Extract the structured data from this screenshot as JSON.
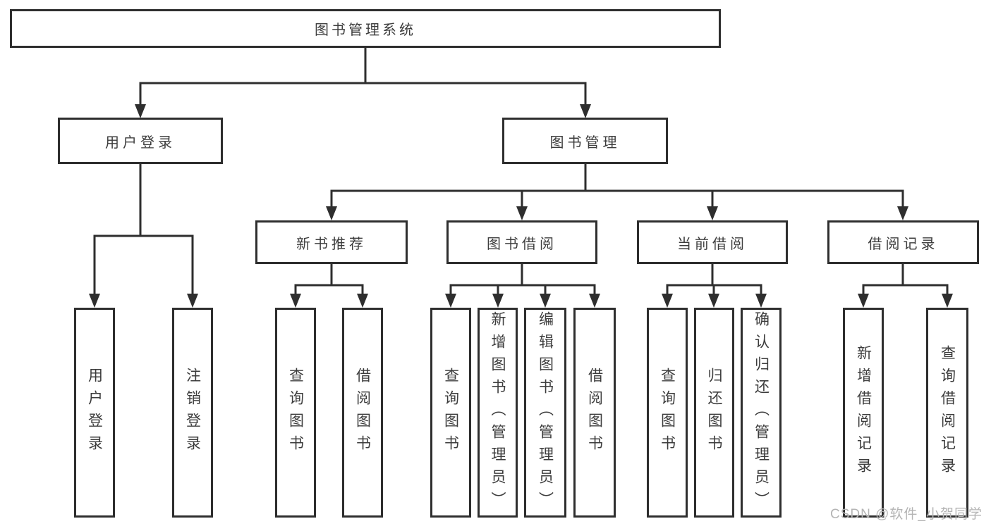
{
  "tree": {
    "label": "图书管理系统",
    "children": [
      {
        "label": "用户登录",
        "children": [
          {
            "label": "用户登录"
          },
          {
            "label": "注销登录"
          }
        ]
      },
      {
        "label": "图书管理",
        "children": [
          {
            "label": "新书推荐",
            "children": [
              {
                "label": "查询图书"
              },
              {
                "label": "借阅图书"
              }
            ]
          },
          {
            "label": "图书借阅",
            "children": [
              {
                "label": "查询图书"
              },
              {
                "label": "新增图书（管理员）"
              },
              {
                "label": "编辑图书（管理员）"
              },
              {
                "label": "借阅图书"
              }
            ]
          },
          {
            "label": "当前借阅",
            "children": [
              {
                "label": "查询图书"
              },
              {
                "label": "归还图书"
              },
              {
                "label": "确认归还（管理员）"
              }
            ]
          },
          {
            "label": "借阅记录",
            "children": [
              {
                "label": "新增借阅记录"
              },
              {
                "label": "查询借阅记录"
              }
            ]
          }
        ]
      }
    ]
  },
  "watermark": "CSDN @软件_小贺同学",
  "colors": {
    "line": "#2e2e2e",
    "text": "#3c3c3c",
    "watermark": "#b4b4b4"
  }
}
